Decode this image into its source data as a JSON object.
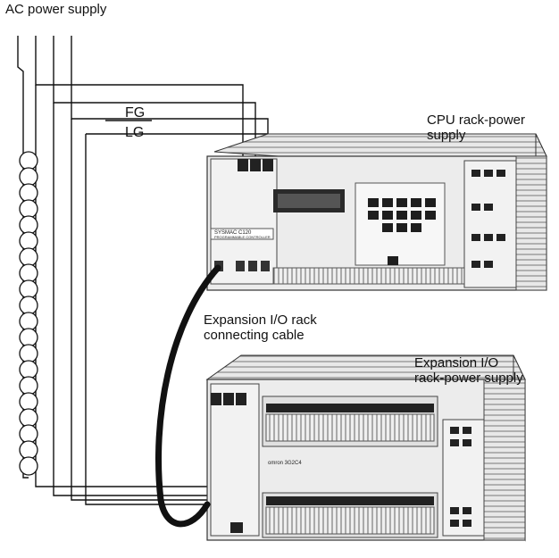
{
  "labels": {
    "ac_power_supply": "AC power supply",
    "fg": "FG",
    "lg": "LG",
    "cpu_rack_power": [
      "CPU rack-power",
      "supply"
    ],
    "expansion_cable": [
      "Expansion I/O rack",
      "connecting cable"
    ],
    "expansion_power": [
      "Expansion I/O",
      "rack-power supply"
    ]
  },
  "device_markings": {
    "cpu_brand": "SYSMAC C120",
    "cpu_subtitle": "PROGRAMMABLE CONTROLLER",
    "expansion_brand": "omron 3G2C4"
  },
  "colors": {
    "ink": "#111111",
    "panel": "#e9e9e9",
    "panel_dark": "#222222"
  }
}
